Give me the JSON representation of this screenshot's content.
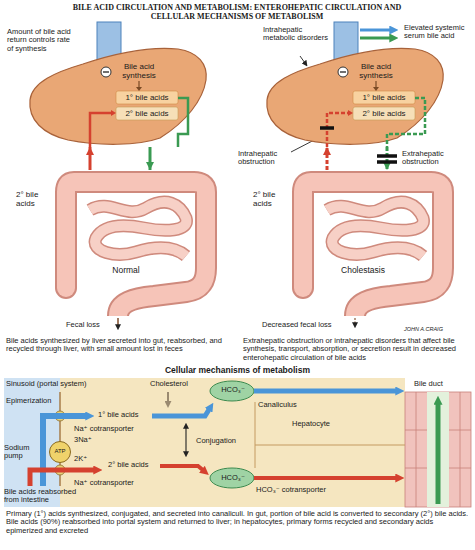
{
  "diagram": {
    "title": "BILE ACID CIRCULATION AND METABOLISM: ENTEROHEPATIC CIRCULATION AND CELLULAR MECHANISMS OF METABOLISM",
    "caption": "Primary (1°) acids synthesized, conjugated, and secreted into canaliculi. In gut, portion of bile acid is converted to secondary (2°) bile acids. Bile acids (90%) reabsorbed into portal system and returned to liver; in hepatocytes, primary forms recycled and secondary acids epimerized and excreted",
    "nodes": [
      {
        "text": [
          "Bile acid synthesis",
          "1° bile acids",
          "2° bile acids"
        ]
      },
      {
        "text": [
          "2° bile acids",
          "Normal"
        ]
      },
      {
        "text": [
          "Bile acid synthesis",
          "1° bile acids",
          "2° bile acids"
        ]
      },
      {
        "text": [
          "2° bile acids",
          "Cholestasis"
        ]
      },
      {
        "text": [
          "ATP"
        ]
      }
    ],
    "edges": [
      {
        "from": 0,
        "to": 1,
        "arrow": "to"
      },
      {
        "from": 1,
        "to": 0,
        "arrow": "to"
      },
      {
        "from": 2,
        "to": 3,
        "arrow": "to"
      },
      {
        "from": 3,
        "to": 2,
        "arrow": "to"
      }
    ],
    "labels": [
      "Amount of bile acid return controls rate of synthesis",
      "Fecal loss",
      "Bile acids synthesized by liver secreted into gut, reabsorbed, and recycled through liver, with small amount lost in feces",
      "Intrahepatic metabolic disorders",
      "Elevated systemic serum bile acid",
      "Intrahepatic obstruction",
      "Extrahepatic obstruction",
      "Decreased fecal loss",
      "Extrahepatic obstruction or intrahepatic disorders that affect bile synthesis, transport, absorption, or secretion result in decreased enterohepatic circulation of bile acids",
      "JOHN A.CRAIG",
      "Cellular mechanisms of metabolism",
      "Sinusoid (portal system)",
      "Epimerization",
      "Cholesterol",
      "HCO₃⁻",
      "Canaliculus",
      "Bile duct",
      "1° bile acids",
      "Hepatocyte",
      "Na⁺ cotransporter",
      "3Na⁺",
      "Sodium pump",
      "2K⁺",
      "Conjugation",
      "2° bile acids",
      "Na⁺ cotransporter",
      "HCO₃⁻",
      "HCO₃⁻ cotransporter",
      "Bile acids reabsorbed from intestine"
    ]
  }
}
